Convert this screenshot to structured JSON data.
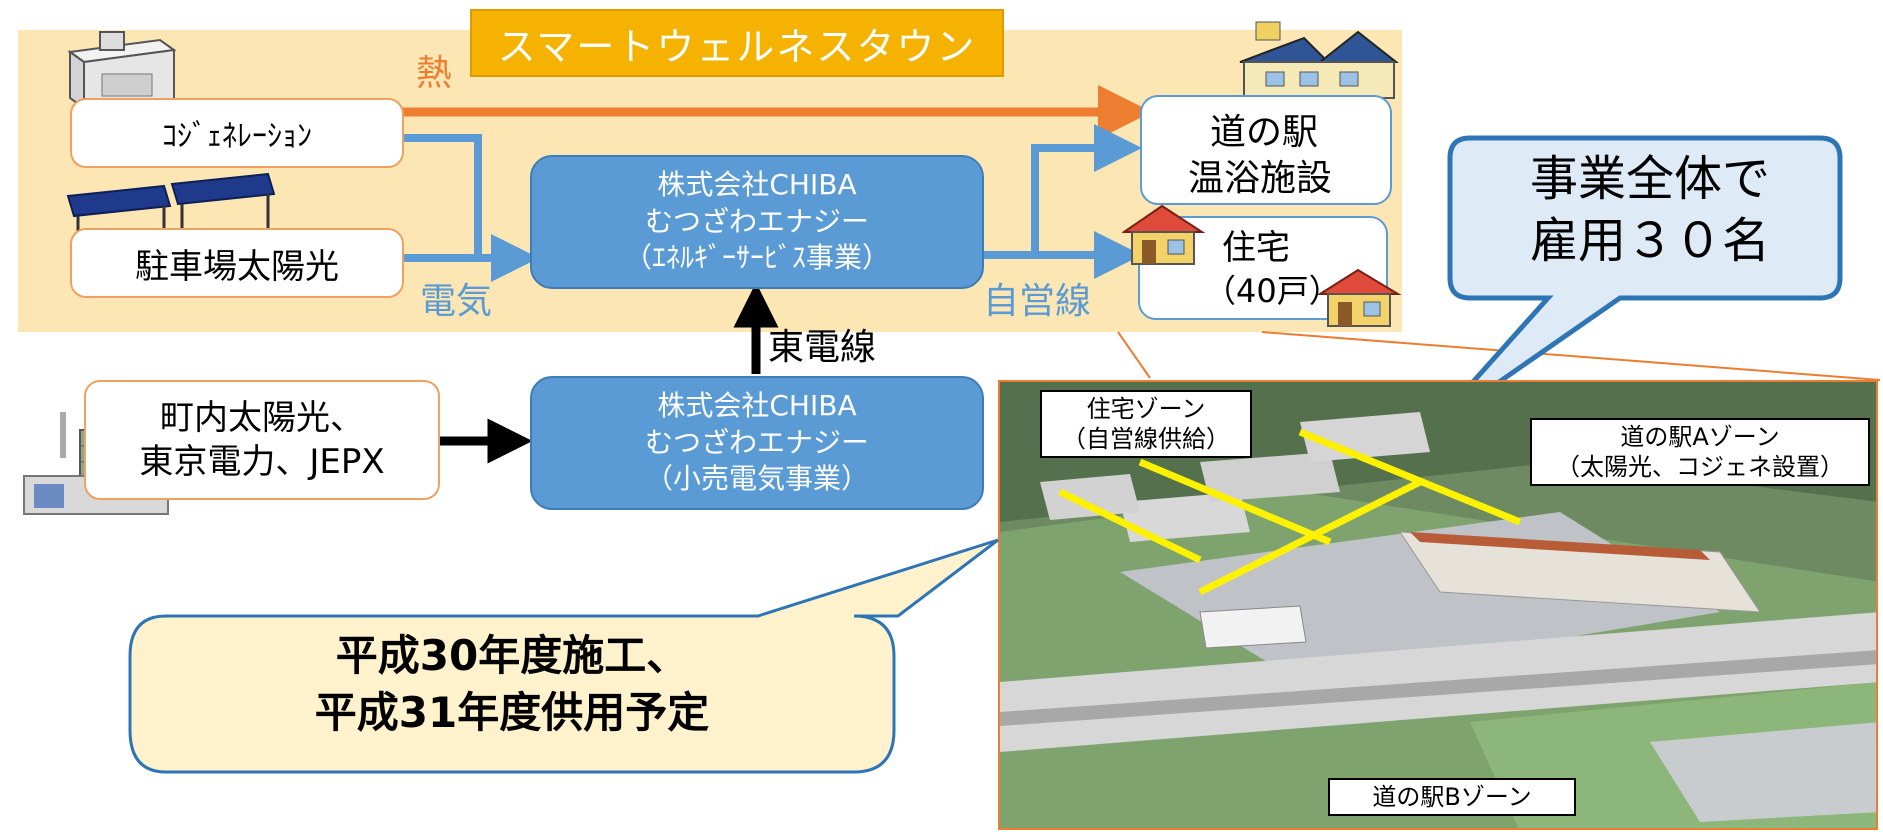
{
  "banner": "スマートウェルネスタウン",
  "sources": {
    "cogen": "ｺｼﾞｪﾈﾚｰｼｮﾝ",
    "parking_solar": "駐車場太陽光",
    "town_supply_line1": "町内太陽光、",
    "town_supply_line2": "東京電力、JEPX"
  },
  "flow_labels": {
    "heat": "熱",
    "electricity": "電気",
    "private_line": "自営線",
    "tepco_line": "東電線"
  },
  "energy_service": {
    "line1": "株式会社CHIBA",
    "line2": "むつざわエナジー",
    "line3": "（ｴﾈﾙｷﾞｰｻｰﾋﾞｽ事業）"
  },
  "retail": {
    "line1": "株式会社CHIBA",
    "line2": "むつざわエナジー",
    "line3": "（小売電気事業）"
  },
  "destinations": {
    "station_line1": "道の駅",
    "station_line2": "温浴施設",
    "housing_line1": "住宅",
    "housing_line2": "（40戸）"
  },
  "employment_callout": {
    "line1": "事業全体で",
    "line2": "雇用３０名"
  },
  "schedule_callout": {
    "line1": "平成30年度施工、",
    "line2": "平成31年度供用予定"
  },
  "zones": {
    "housing_line1": "住宅ゾーン",
    "housing_line2": "（自営線供給）",
    "station_a_line1": "道の駅Aゾーン",
    "station_a_line2": "（太陽光、コジェネ設置）",
    "station_b": "道の駅Bゾーン"
  },
  "colors": {
    "band": "#FCE6B4",
    "banner": "#F5B200",
    "blue": "#5B9BD5",
    "orange": "#ED7D31",
    "yellow_line": "#FFF200"
  }
}
